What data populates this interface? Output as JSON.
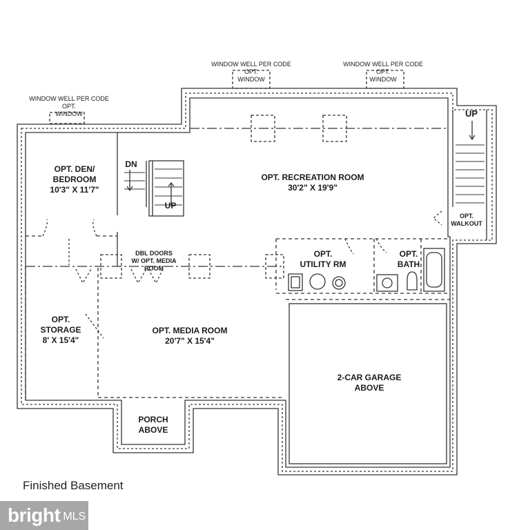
{
  "plan": {
    "window_wells": [
      {
        "note": "WINDOW WELL PER CODE",
        "label_line1": "OPT.",
        "label_line2": "WINDOW"
      },
      {
        "note": "WINDOW WELL PER CODE",
        "label_line1": "OPT.",
        "label_line2": "WINDOW"
      },
      {
        "note": "WINDOW WELL PER CODE",
        "label_line1": "OPT.",
        "label_line2": "WINDOW"
      }
    ],
    "rooms": {
      "den": {
        "line1": "OPT. DEN/",
        "line2": "BEDROOM",
        "dims": "10'3\" X 11'7\""
      },
      "recreation": {
        "line1": "OPT. RECREATION ROOM",
        "dims": "30'2\" X 19'9\""
      },
      "utility": {
        "line1": "OPT.",
        "line2": "UTILITY RM"
      },
      "bath": {
        "line1": "OPT.",
        "line2": "BATH"
      },
      "storage": {
        "line1": "OPT.",
        "line2": "STORAGE",
        "dims": "8' X 15'4\""
      },
      "media": {
        "line1": "OPT. MEDIA ROOM",
        "dims": "20'7\" X 15'4\""
      },
      "garage": {
        "line1": "2-CAR GARAGE",
        "line2": "ABOVE"
      },
      "porch": {
        "line1": "PORCH",
        "line2": "ABOVE"
      }
    },
    "stairs": {
      "down": "DN",
      "up_main": "UP",
      "up_walkout": "UP"
    },
    "walkout": {
      "line1": "OPT.",
      "line2": "WALKOUT"
    },
    "doors_note": {
      "line1": "DBL DOORS",
      "line2": "W/ OPT. MEDIA",
      "line3": "ROOM"
    }
  },
  "caption": "Finished Basement",
  "logo": {
    "word": "bright",
    "suffix": "MLS"
  }
}
